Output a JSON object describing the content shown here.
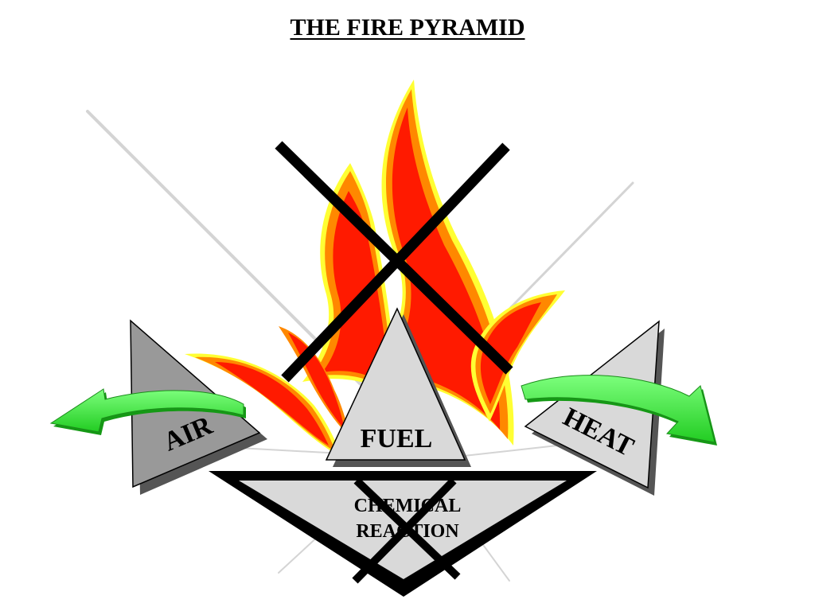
{
  "title": "THE FIRE PYRAMID",
  "sides": {
    "air": "AIR",
    "fuel": "FUEL",
    "heat": "HEAT",
    "chemical_line1": "CHEMICAL",
    "chemical_line2": "REACTION"
  },
  "colors": {
    "flame_outer": "#ffff33",
    "flame_mid": "#ff8800",
    "flame_inner": "#ff1a00",
    "triangle_light": "#d9d9d9",
    "triangle_dark": "#999999",
    "arrow": "#33ee33",
    "cross": "#000000"
  }
}
